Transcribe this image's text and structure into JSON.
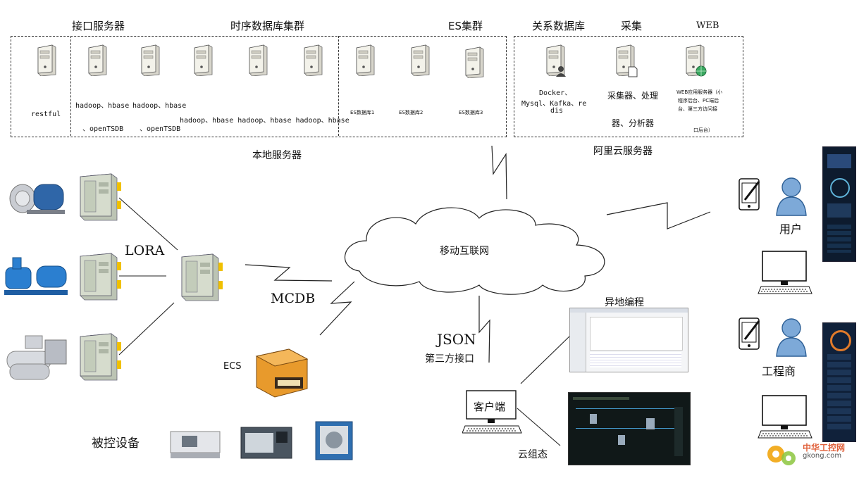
{
  "headers": {
    "api_server": "接口服务器",
    "tsdb_cluster": "时序数据库集群",
    "es_cluster": "ES集群",
    "rdb": "关系数据库",
    "collect": "采集",
    "web": "WEB"
  },
  "local": {
    "restful": "restful",
    "hadoop1": "hadoop、hbase",
    "hadoop2": "hadoop、hbase",
    "opentsdb1": "、openTSDB",
    "opentsdb2": "、openTSDB",
    "hadoop_row2": "hadoop、hbase hadoop、hbase hadoop、hbase",
    "es1": "ES数据库1",
    "es2": "ES数据库2",
    "es3": "ES数据库3",
    "caption": "本地服务器"
  },
  "cloud": {
    "rdb_line1": "Docker、",
    "rdb_line2": "Mysql、Kafka、re",
    "rdb_line3": "dis",
    "collect_line1": "采集器、处理",
    "collect_line2": "器、分析器",
    "web_line1": "WEB应用服务器（小",
    "web_line2": "程序后台、PC端后",
    "web_line3": "台、第三方访问接",
    "web_line4": "口后台）",
    "caption": "阿里云服务器"
  },
  "network": {
    "cloud_label": "移动互联网",
    "lora": "LORA",
    "mcdb": "MCDB",
    "ecs": "ECS",
    "json": "JSON",
    "third_party": "第三方接口",
    "client": "客户端",
    "remote_prog": "异地编程",
    "cloud_config": "云组态",
    "controlled": "被控设备",
    "user": "用户",
    "engineer": "工程商",
    "watermark_cn": "中华工控网",
    "watermark_en": "gkong.com"
  },
  "colors": {
    "server_body": "#efeee6",
    "gateway": "#d6dccd",
    "gateway_accent": "#f0c000",
    "phone_panel": "#0d1b2e",
    "cloud_fill": "#ffffff",
    "user_blue": "#4a86c8",
    "screen_dark": "#101818"
  }
}
